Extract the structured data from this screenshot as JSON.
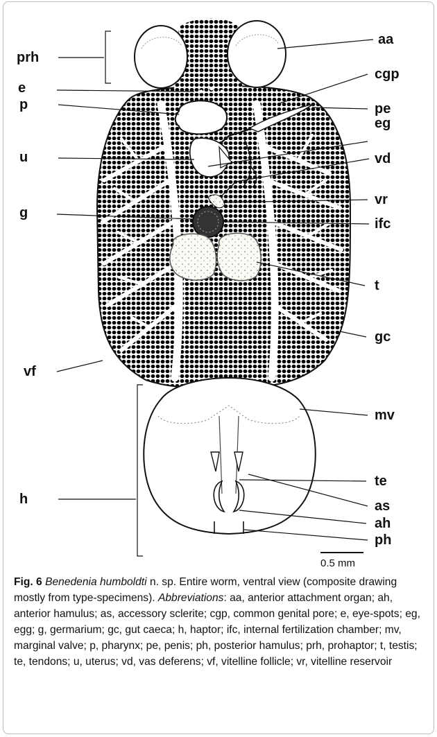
{
  "figure": {
    "labels": {
      "prh": "prh",
      "e": "e",
      "p": "p",
      "u": "u",
      "g": "g",
      "vf": "vf",
      "h": "h",
      "aa": "aa",
      "cgp": "cgp",
      "pe": "pe",
      "eg": "eg",
      "vd": "vd",
      "vr": "vr",
      "ifc": "ifc",
      "t": "t",
      "gc": "gc",
      "mv": "mv",
      "te": "te",
      "as": "as",
      "ah": "ah",
      "ph": "ph"
    },
    "scale_bar": "0.5 mm",
    "caption": {
      "fig_number": "Fig. 6",
      "species": "Benedenia humboldti",
      "title_rest": " n. sp. Entire worm, ventral view (composite drawing mostly from type-specimens). ",
      "abbr_heading": "Abbreviations",
      "abbr_text": ": aa, anterior attachment organ; ah, anterior hamulus; as, accessory sclerite; cgp, common genital pore; e, eye-spots; eg, egg; g, germarium; gc, gut caeca; h, haptor; ifc, internal fertilization chamber; mv, marginal valve; p, pharynx; pe, penis; ph, posterior hamulus; prh, prohaptor; t, testis; te, tendons; u, uterus; vd, vas deferens; vf, vitelline follicle; vr, vitelline reservoir"
    }
  }
}
